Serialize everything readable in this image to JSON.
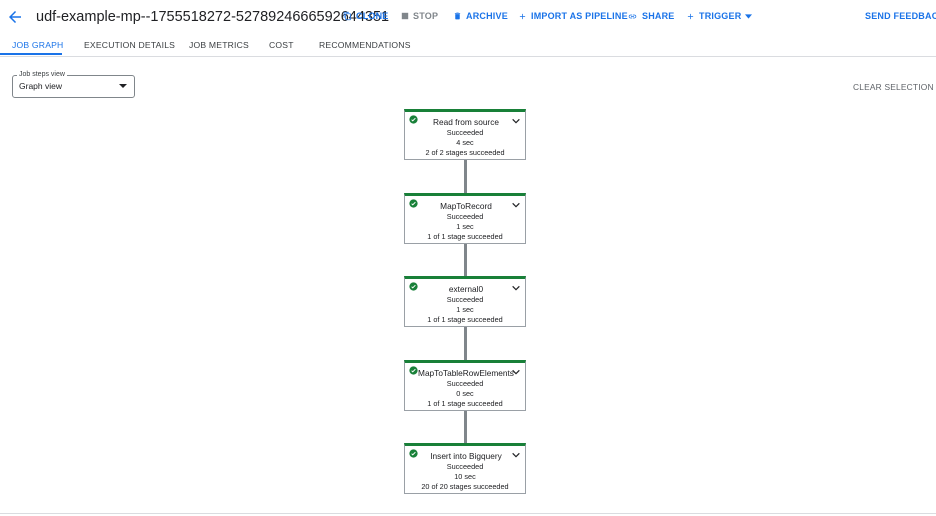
{
  "header": {
    "title": "udf-example-mp--1755518272-5278924666592644351",
    "actions": [
      {
        "label": "CLONE",
        "icon": "clone-icon"
      },
      {
        "label": "STOP",
        "icon": "stop-icon"
      },
      {
        "label": "ARCHIVE",
        "icon": "trash-icon"
      },
      {
        "label": "IMPORT AS PIPELINE",
        "icon": "plus-icon"
      },
      {
        "label": "SHARE",
        "icon": "link-icon"
      },
      {
        "label": "TRIGGER",
        "icon": "plus-icon"
      }
    ],
    "feedback": "SEND FEEDBACK"
  },
  "tabs": [
    {
      "label": "JOB GRAPH",
      "active": true
    },
    {
      "label": "EXECUTION DETAILS",
      "active": false
    },
    {
      "label": "JOB METRICS",
      "active": false
    },
    {
      "label": "COST",
      "active": false
    },
    {
      "label": "RECOMMENDATIONS",
      "active": false
    }
  ],
  "toolbar": {
    "steps_view_label": "Job steps view",
    "steps_view_value": "Graph view",
    "clear_selection": "CLEAR SELECTION"
  },
  "graph": {
    "nodes": [
      {
        "name": "Read from source",
        "status": "Succeeded",
        "time": "4 sec",
        "stages": "2 of 2 stages succeeded"
      },
      {
        "name": "MapToRecord",
        "status": "Succeeded",
        "time": "1 sec",
        "stages": "1 of 1 stage succeeded"
      },
      {
        "name": "external0",
        "status": "Succeeded",
        "time": "1 sec",
        "stages": "1 of 1 stage succeeded"
      },
      {
        "name": "MapToTableRowElements",
        "status": "Succeeded",
        "time": "0 sec",
        "stages": "1 of 1 stage succeeded"
      },
      {
        "name": "Insert into Bigquery",
        "status": "Succeeded",
        "time": "10 sec",
        "stages": "20 of 20 stages succeeded"
      }
    ]
  },
  "colors": {
    "accent": "#1a73e8",
    "success": "#188038",
    "edge": "#80868b"
  }
}
